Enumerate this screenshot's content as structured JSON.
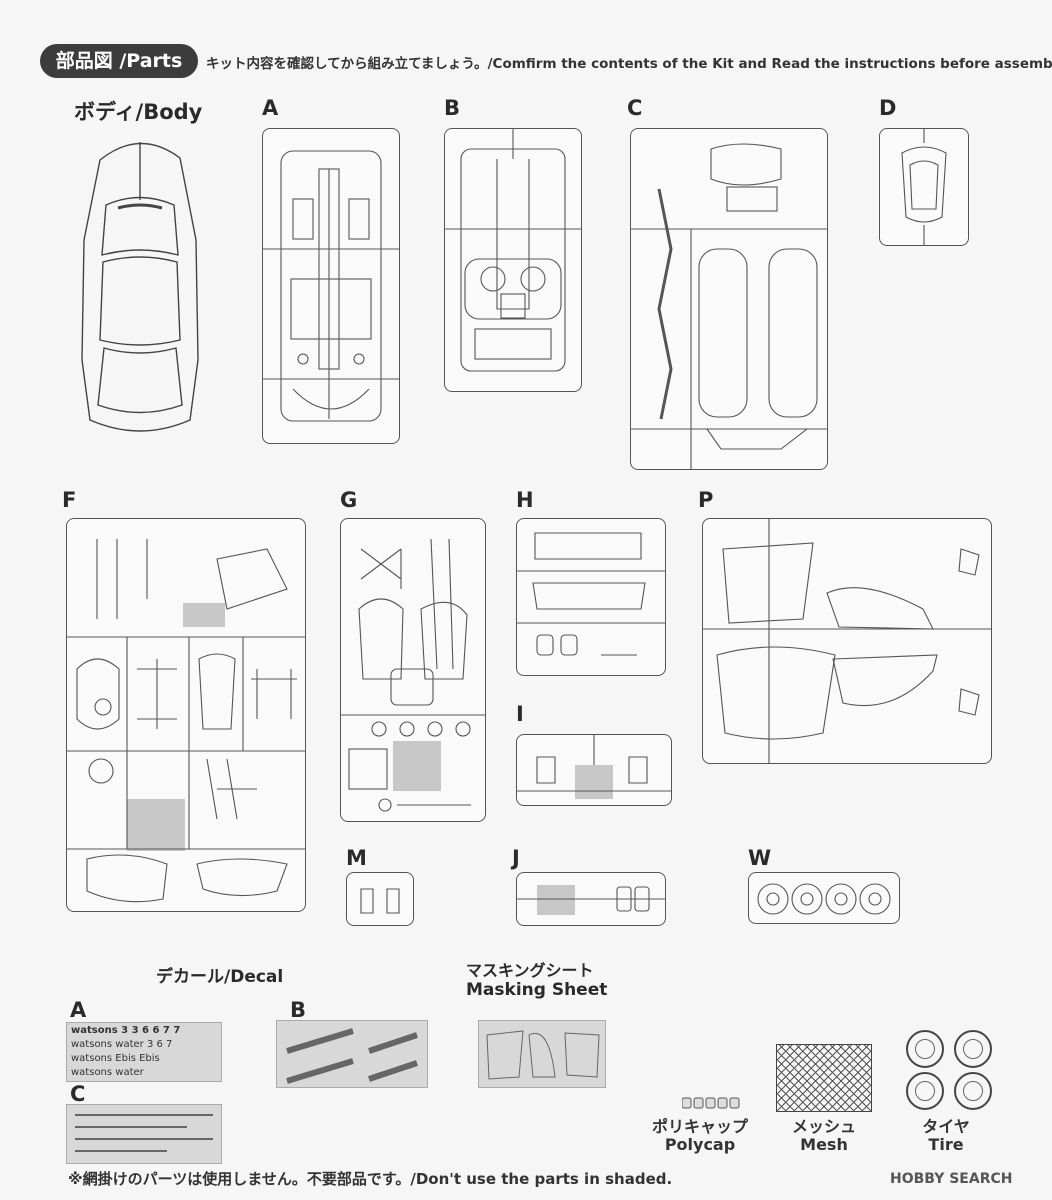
{
  "header": {
    "badge": "部品図 /Parts",
    "intro": "キット内容を確認してから組み立てましょう。/Comfirm the contents of the Kit and Read the instructions before assembly."
  },
  "sections": {
    "body": "ボディ/Body",
    "a": "A",
    "b": "B",
    "c": "C",
    "d": "D",
    "f": "F",
    "g": "G",
    "h": "H",
    "p": "P",
    "i": "I",
    "m": "M",
    "j": "J",
    "w": "W"
  },
  "decal": {
    "title": "デカール/Decal",
    "a": "A",
    "b": "B",
    "c": "C",
    "sheet_a_line1": "watsons 3 3 6 6 7 7",
    "sheet_a_line2": "watsons water 3 6 7",
    "sheet_a_line3": "watsons Ebis Ebis",
    "sheet_a_line4": "watsons water"
  },
  "masking": {
    "title_jp": "マスキングシート",
    "title_en": "Masking Sheet"
  },
  "extras": {
    "polycap_jp": "ポリキャップ",
    "polycap_en": "Polycap",
    "mesh_jp": "メッシュ",
    "mesh_en": "Mesh",
    "tire_jp": "タイヤ",
    "tire_en": "Tire"
  },
  "footer": {
    "note": "※網掛けのパーツは使用しません。不要部品です。/Don't use the parts in shaded.",
    "watermark": "HOBBY SEARCH"
  }
}
